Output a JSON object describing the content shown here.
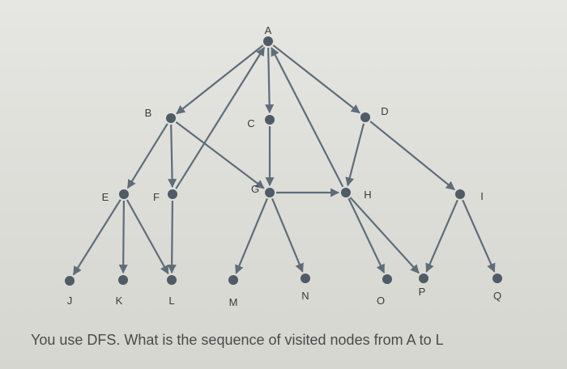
{
  "graph": {
    "node_color": "#4f5b66",
    "edge_color": "#5e6d79",
    "nodes": [
      {
        "id": "A",
        "label": "A"
      },
      {
        "id": "B",
        "label": "B"
      },
      {
        "id": "C",
        "label": "C"
      },
      {
        "id": "D",
        "label": "D"
      },
      {
        "id": "E",
        "label": "E"
      },
      {
        "id": "F",
        "label": "F"
      },
      {
        "id": "G",
        "label": "G"
      },
      {
        "id": "H",
        "label": "H"
      },
      {
        "id": "I",
        "label": "I"
      },
      {
        "id": "J",
        "label": "J"
      },
      {
        "id": "K",
        "label": "K"
      },
      {
        "id": "L",
        "label": "L"
      },
      {
        "id": "M",
        "label": "M"
      },
      {
        "id": "N",
        "label": "N"
      },
      {
        "id": "O",
        "label": "O"
      },
      {
        "id": "P",
        "label": "P"
      },
      {
        "id": "Q",
        "label": "Q"
      }
    ],
    "edges": [
      {
        "from": "A",
        "to": "B"
      },
      {
        "from": "A",
        "to": "C"
      },
      {
        "from": "A",
        "to": "D"
      },
      {
        "from": "F",
        "to": "A"
      },
      {
        "from": "H",
        "to": "A"
      },
      {
        "from": "B",
        "to": "E"
      },
      {
        "from": "B",
        "to": "F"
      },
      {
        "from": "B",
        "to": "G"
      },
      {
        "from": "C",
        "to": "G"
      },
      {
        "from": "D",
        "to": "H"
      },
      {
        "from": "D",
        "to": "I"
      },
      {
        "from": "G",
        "to": "H"
      },
      {
        "from": "E",
        "to": "J"
      },
      {
        "from": "E",
        "to": "K"
      },
      {
        "from": "E",
        "to": "L"
      },
      {
        "from": "F",
        "to": "L"
      },
      {
        "from": "G",
        "to": "M"
      },
      {
        "from": "G",
        "to": "N"
      },
      {
        "from": "H",
        "to": "O"
      },
      {
        "from": "H",
        "to": "P"
      },
      {
        "from": "I",
        "to": "P"
      },
      {
        "from": "I",
        "to": "Q"
      }
    ]
  },
  "question": "You use DFS. What is the sequence of visited nodes from A to L"
}
